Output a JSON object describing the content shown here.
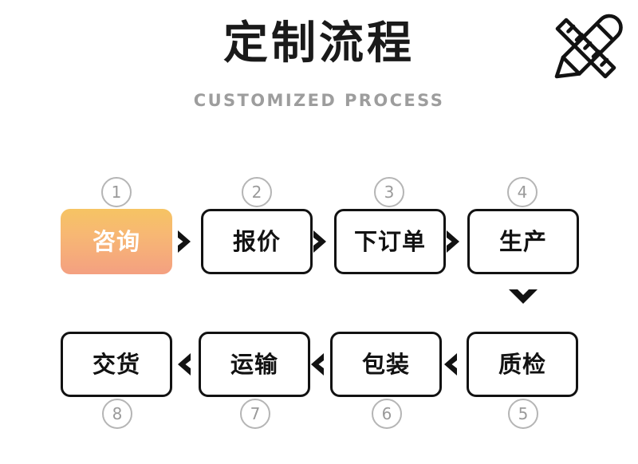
{
  "header": {
    "title": "定制流程",
    "subtitle": "CUSTOMIZED PROCESS",
    "icon": "pencil-ruler-icon",
    "title_color": "#1a1a1a",
    "subtitle_color": "#9d9d9d"
  },
  "theme": {
    "background": "#ffffff",
    "box_border": "#121212",
    "box_fill": "#ffffff",
    "badge_border": "#b5b5b5",
    "badge_text": "#9a9a9a",
    "highlight_gradient_from": "#f6c463",
    "highlight_gradient_to": "#f4a081",
    "highlight_text": "#ffffff",
    "arrow_color": "#121212"
  },
  "flow": {
    "rows": [
      {
        "direction": "left-to-right",
        "steps": [
          {
            "number": "1",
            "label": "咨询",
            "highlighted": true,
            "badge_position": "above"
          },
          {
            "number": "2",
            "label": "报价",
            "highlighted": false,
            "badge_position": "above"
          },
          {
            "number": "3",
            "label": "下订单",
            "highlighted": false,
            "badge_position": "above"
          },
          {
            "number": "4",
            "label": "生产",
            "highlighted": false,
            "badge_position": "above"
          }
        ]
      },
      {
        "direction": "right-to-left",
        "steps": [
          {
            "number": "8",
            "label": "交货",
            "highlighted": false,
            "badge_position": "below"
          },
          {
            "number": "7",
            "label": "运输",
            "highlighted": false,
            "badge_position": "below"
          },
          {
            "number": "6",
            "label": "包装",
            "highlighted": false,
            "badge_position": "below"
          },
          {
            "number": "5",
            "label": "质检",
            "highlighted": false,
            "badge_position": "below"
          }
        ]
      }
    ],
    "connectors": [
      {
        "name": "arrow-1-to-2",
        "shape": "chevron-right"
      },
      {
        "name": "arrow-2-to-3",
        "shape": "chevron-right"
      },
      {
        "name": "arrow-3-to-4",
        "shape": "chevron-right"
      },
      {
        "name": "arrow-4-to-5",
        "shape": "chevron-down"
      },
      {
        "name": "arrow-5-to-6",
        "shape": "chevron-left"
      },
      {
        "name": "arrow-6-to-7",
        "shape": "chevron-left"
      },
      {
        "name": "arrow-7-to-8",
        "shape": "chevron-left"
      }
    ]
  }
}
